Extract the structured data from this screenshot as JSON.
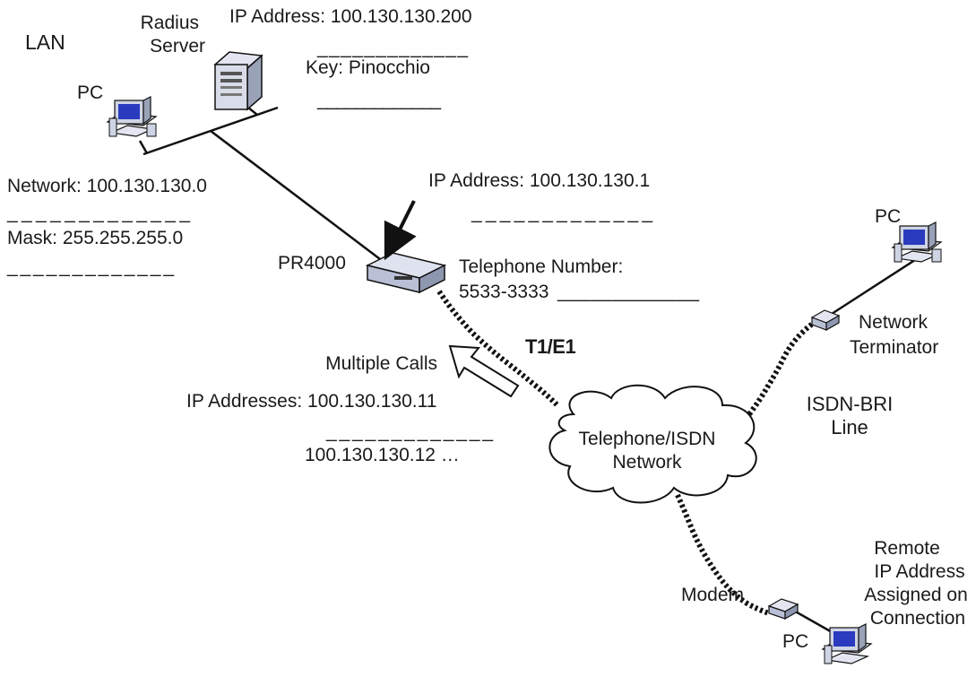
{
  "diagram": {
    "lan_label": "LAN",
    "radius_server": {
      "line1": "Radius",
      "line2": "Server"
    },
    "radius_ip": "IP Address: 100.130.130.200",
    "radius_key": "Key: Pinocchio",
    "pc_lan_label": "PC",
    "network_label": "Network: 100.130.130.0",
    "mask_label": "Mask: 255.255.255.0",
    "pr4000_label": "PR4000",
    "pr4000_ip": "IP Address: 100.130.130.1",
    "telephone_label": "Telephone Number:",
    "telephone_number": "5533-3333",
    "t1e1_label": "T1/E1",
    "multiple_calls": "Multiple Calls",
    "ip_addresses_label": "IP Addresses: 100.130.130.11",
    "ip_addresses_more": "100.130.130.12 …",
    "cloud": {
      "line1": "Telephone/ISDN",
      "line2": "Network"
    },
    "pc_isdn_label": "PC",
    "network_terminator": {
      "line1": "Network",
      "line2": "Terminator"
    },
    "isdn_line": {
      "line1": "ISDN-BRI",
      "line2": "Line"
    },
    "modem_label": "Modem",
    "pc_remote_label": "PC",
    "remote_note": {
      "line1": "Remote",
      "line2": "IP Address",
      "line3": "Assigned on",
      "line4": "Connection"
    },
    "blank": "_ _ _ _ _ _ _ _ _ _ _ _ _"
  },
  "colors": {
    "line": "#111111",
    "cloud_fill": "#ffffff",
    "device_fill": "#c9cfe6",
    "screen": "#2a3bbf"
  }
}
